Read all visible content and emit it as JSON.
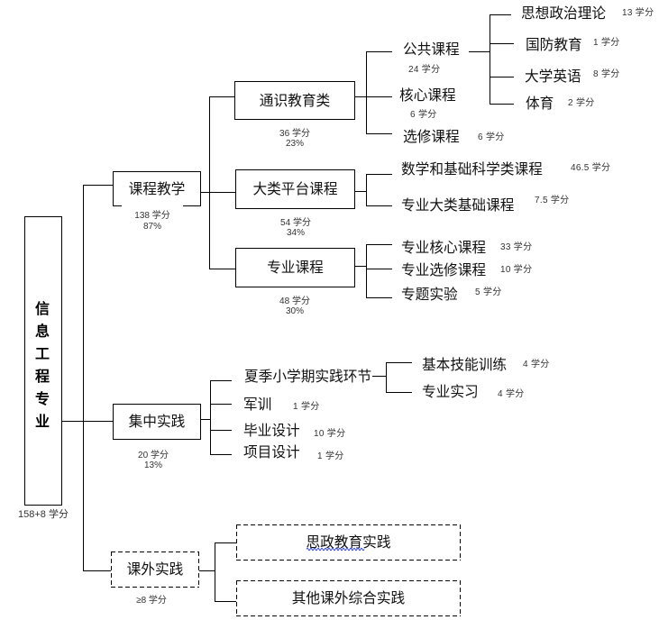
{
  "diagram": {
    "root": {
      "label": "信息工程专业",
      "credits": "158+8 学分"
    },
    "branches": [
      {
        "label": "课程教学",
        "credits": "138 学分",
        "percent": "87%",
        "groups": [
          {
            "label": "通识教育类",
            "credits": "36 学分",
            "percent": "23%",
            "items": [
              {
                "label": "公共课程",
                "credits": "24 学分",
                "subitems": [
                  {
                    "label": "思想政治理论",
                    "credits": "13 学分"
                  },
                  {
                    "label": "国防教育",
                    "credits": "1 学分"
                  },
                  {
                    "label": "大学英语",
                    "credits": "8 学分"
                  },
                  {
                    "label": "体育",
                    "credits": "2 学分"
                  }
                ]
              },
              {
                "label": "核心课程",
                "credits": "6 学分"
              },
              {
                "label": "选修课程",
                "credits": "6 学分"
              }
            ]
          },
          {
            "label": "大类平台课程",
            "credits": "54 学分",
            "percent": "34%",
            "items": [
              {
                "label": "数学和基础科学类课程",
                "credits": "46.5 学分"
              },
              {
                "label": "专业大类基础课程",
                "credits": "7.5 学分"
              }
            ]
          },
          {
            "label": "专业课程",
            "credits": "48 学分",
            "percent": "30%",
            "items": [
              {
                "label": "专业核心课程",
                "credits": "33 学分"
              },
              {
                "label": "专业选修课程",
                "credits": "10 学分"
              },
              {
                "label": "专题实验",
                "credits": "5 学分"
              }
            ]
          }
        ]
      },
      {
        "label": "集中实践",
        "credits": "20 学分",
        "percent": "13%",
        "items": [
          {
            "label": "夏季小学期实践环节",
            "subitems": [
              {
                "label": "基本技能训练",
                "credits": "4 学分"
              },
              {
                "label": "专业实习",
                "credits": "4 学分"
              }
            ]
          },
          {
            "label": "军训",
            "credits": "1 学分"
          },
          {
            "label": "毕业设计",
            "credits": "10 学分"
          },
          {
            "label": "项目设计",
            "credits": "1 学分"
          }
        ]
      },
      {
        "label": "课外实践",
        "credits": "≥8 学分",
        "items": [
          {
            "label": "思政教育实践"
          },
          {
            "label": "其他课外综合实践"
          }
        ]
      }
    ]
  },
  "colors": {
    "line": "#000000",
    "spellcheck_underline": "#3a4fd4"
  }
}
